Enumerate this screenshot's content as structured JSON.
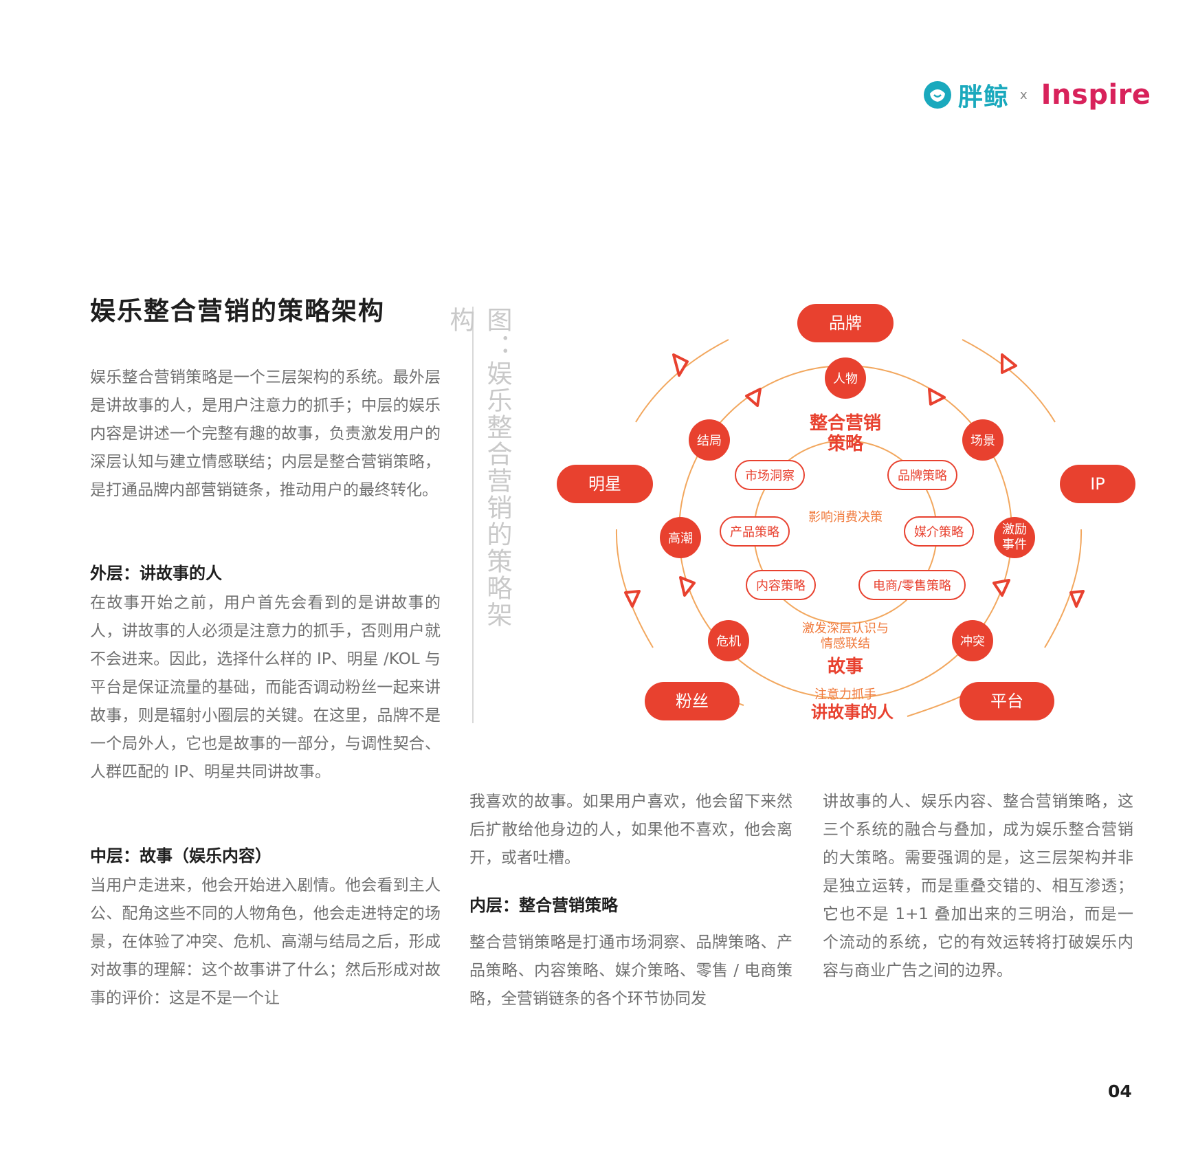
{
  "logo": {
    "brand_cn": "胖鲸",
    "separator": "x",
    "brand_en": "Inspire"
  },
  "title": "娱乐整合营销的策略架构",
  "figure_caption": "图：娱乐整合营销的策略架构",
  "intro": "娱乐整合营销策略是一个三层架构的系统。最外层是讲故事的人，是用户注意力的抓手；中层的娱乐内容是讲述一个完整有趣的故事，负责激发用户的深层认知与建立情感联结；内层是整合营销策略，是打通品牌内部营销链条，推动用户的最终转化。",
  "sections": {
    "outer": {
      "heading": "外层：讲故事的人",
      "body": "在故事开始之前，用户首先会看到的是讲故事的人，讲故事的人必须是注意力的抓手，否则用户就不会进来。因此，选择什么样的 IP、明星 /KOL 与平台是保证流量的基础，而能否调动粉丝一起来讲故事，则是辐射小圈层的关键。在这里，品牌不是一个局外人，它也是故事的一部分，与调性契合、人群匹配的 IP、明星共同讲故事。"
    },
    "middle": {
      "heading": "中层：故事（娱乐内容）",
      "body_col1": "当用户走进来，他会开始进入剧情。他会看到主人公、配角这些不同的人物角色，他会走进特定的场景，在体验了冲突、危机、高潮与结局之后，形成对故事的理解：这个故事讲了什么；然后形成对故事的评价：这是不是一个让",
      "body_col2": "我喜欢的故事。如果用户喜欢，他会留下来然后扩散给他身边的人，如果他不喜欢，他会离开，或者吐槽。"
    },
    "inner": {
      "heading": "内层：整合营销策略",
      "body": "整合营销策略是打通市场洞察、品牌策略、产品策略、内容策略、媒介策略、零售 / 电商策略，全营销链条的各个环节协同发"
    },
    "conclusion": "讲故事的人、娱乐内容、整合营销策略，这三个系统的融合与叠加，成为娱乐整合营销的大策略。需要强调的是，这三层架构并非是独立运转，而是重叠交错的、相互渗透；它也不是 1+1 叠加出来的三明治，而是一个流动的系统，它的有效运转将打破娱乐内容与商业广告之间的边界。"
  },
  "diagram": {
    "colors": {
      "accent": "#e8412f",
      "ring": "#f2a75e",
      "label": "#e8412f"
    },
    "outer_nodes": [
      "品牌",
      "IP",
      "平台",
      "粉丝",
      "明星"
    ],
    "middle_nodes": [
      "人物",
      "场景",
      "激励事件",
      "冲突",
      "危机",
      "高潮",
      "结局"
    ],
    "inner_nodes": [
      "市场洞察",
      "品牌策略",
      "媒介策略",
      "电商/零售策略",
      "内容策略",
      "产品策略"
    ],
    "labels": {
      "center_title": "整合营销策略",
      "center_sub": "影响消费决策",
      "mid_note": "激发深层认识与情感联结",
      "mid_title": "故事",
      "outer_note": "注意力抓手",
      "outer_title": "讲故事的人"
    }
  },
  "page_number": "04"
}
